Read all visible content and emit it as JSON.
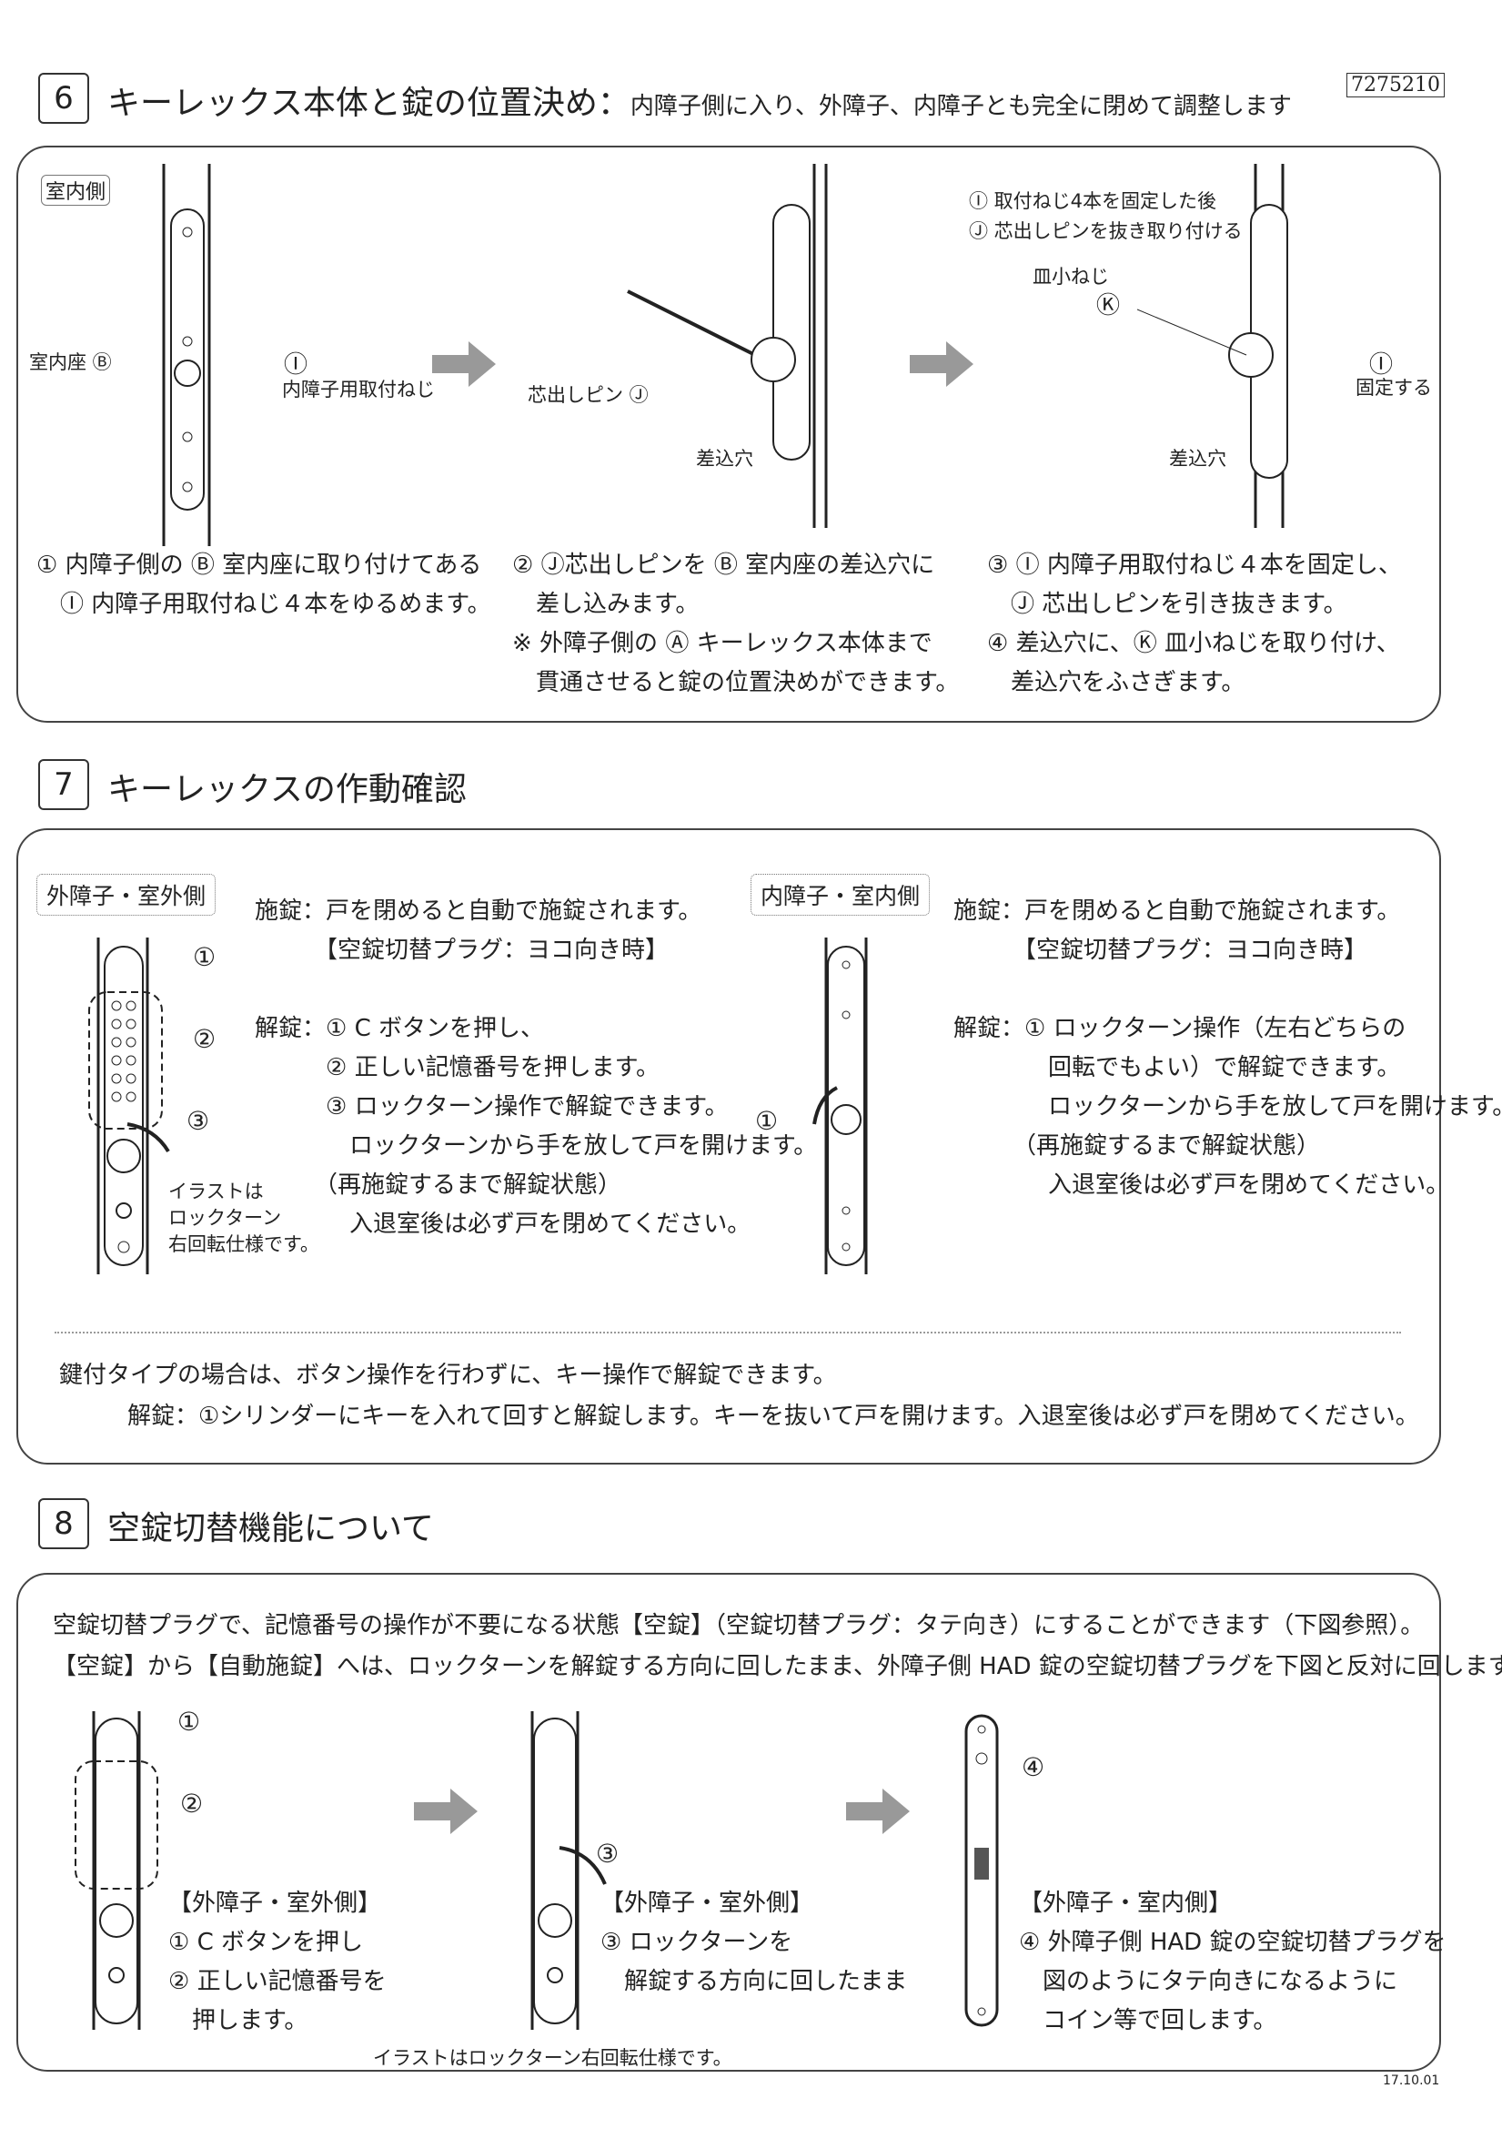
{
  "doc_code": "7275210",
  "footer_date": "17.10.01",
  "s6": {
    "num": "6",
    "title": "キーレックス本体と錠の位置決め：",
    "subtitle": "内障子側に入り、外障子、内障子とも完全に閉めて調整します",
    "tag": "室内側",
    "lbl_B": "室内座 Ⓑ",
    "lbl_I": "Ⓘ",
    "lbl_I2": "内障子用取付ねじ",
    "lbl_J": "芯出しピン Ⓙ",
    "lbl_hole": "差込穴",
    "note1": "Ⓘ 取付ねじ4本を固定した後",
    "note2": "Ⓙ 芯出しピンを抜き取り付ける",
    "lbl_K1": "皿小ねじ",
    "lbl_K": "Ⓚ",
    "lbl_fix": "固定する",
    "lbl_hole2": "差込穴",
    "lbl_I3": "Ⓘ",
    "col1": [
      "① 内障子側の Ⓑ 室内座に取り付けてある",
      "　Ⓘ 内障子用取付ねじ４本をゆるめます。"
    ],
    "col2": [
      "② Ⓙ芯出しピンを Ⓑ 室内座の差込穴に",
      "　差し込みます。",
      "※ 外障子側の Ⓐ キーレックス本体まで",
      "　貫通させると錠の位置決めができます。"
    ],
    "col3": [
      "③ Ⓘ 内障子用取付ねじ４本を固定し、",
      "　Ⓙ 芯出しピンを引き抜きます。",
      "④ 差込穴に、Ⓚ 皿小ねじを取り付け、",
      "　差込穴をふさぎます。"
    ]
  },
  "s7": {
    "num": "7",
    "title": "キーレックスの作動確認",
    "left": {
      "tag": "外障子・室外側",
      "c1": "①",
      "c2": "②",
      "c3": "③",
      "note": [
        "イラストは",
        "ロックターン",
        "右回転仕様です。"
      ],
      "lines": [
        "施錠：戸を閉めると自動で施錠されます。",
        "　　　【空錠切替プラグ：ヨコ向き時】",
        "",
        "解錠：① C ボタンを押し、",
        "　　　② 正しい記憶番号を押します。",
        "　　　③ ロックターン操作で解錠できます。",
        "　　　　ロックターンから手を放して戸を開けます。",
        "　　　（再施錠するまで解錠状態）",
        "　　　　入退室後は必ず戸を閉めてください。"
      ]
    },
    "right": {
      "tag": "内障子・室内側",
      "c1": "①",
      "lines": [
        "施錠：戸を閉めると自動で施錠されます。",
        "　　　【空錠切替プラグ：ヨコ向き時】",
        "",
        "解錠：① ロックターン操作（左右どちらの",
        "　　　　回転でもよい）で解錠できます。",
        "　　　　ロックターンから手を放して戸を開けます。",
        "　　　（再施錠するまで解錠状態）",
        "　　　　入退室後は必ず戸を閉めてください。"
      ]
    },
    "key1": "鍵付タイプの場合は、ボタン操作を行わずに、キー操作で解錠できます。",
    "key2": "解錠：①シリンダーにキーを入れて回すと解錠します。キーを抜いて戸を開けます。入退室後は必ず戸を閉めてください。"
  },
  "s8": {
    "num": "8",
    "title": "空錠切替機能について",
    "intro1": "空錠切替プラグで、記憶番号の操作が不要になる状態【空錠】（空錠切替プラグ：タテ向き）にすることができます（下図参照）。",
    "intro2": "【空錠】から【自動施錠】へは、ロックターンを解錠する方向に回したまま、外障子側 HAD 錠の空錠切替プラグを下図と反対に回します。",
    "c1": "①",
    "c2": "②",
    "c3": "③",
    "c4": "④",
    "p1": [
      "【外障子・室外側】",
      "① C ボタンを押し",
      "② 正しい記憶番号を",
      "　押します。"
    ],
    "p2": [
      "【外障子・室外側】",
      "③ ロックターンを",
      "　解錠する方向に回したまま"
    ],
    "p3": [
      "【外障子・室内側】",
      "④ 外障子側 HAD 錠の空錠切替プラグを",
      "　図のようにタテ向きになるように",
      "　コイン等で回します。"
    ],
    "note": "イラストはロックターン右回転仕様です。"
  }
}
